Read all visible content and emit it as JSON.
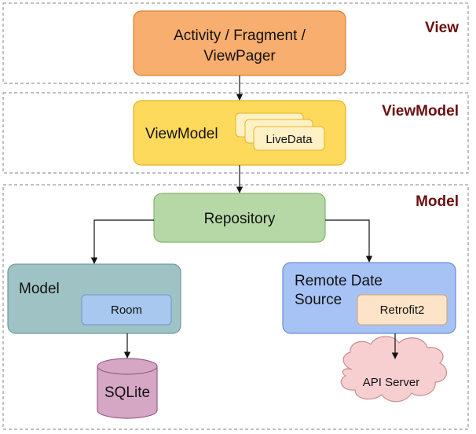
{
  "layers": {
    "view": "View",
    "viewmodel": "ViewModel",
    "model": "Model"
  },
  "nodes": {
    "activity_line1": "Activity / Fragment /",
    "activity_line2": "ViewPager",
    "viewmodel": "ViewModel",
    "livedata": "LiveData",
    "repository": "Repository",
    "model": "Model",
    "room": "Room",
    "remote_line1": "Remote Date",
    "remote_line2": "Source",
    "retrofit": "Retrofit2",
    "sqlite": "SQLite",
    "api_server": "API Server"
  },
  "colors": {
    "activity_fill": "#f8ae6e",
    "activity_stroke": "#d6822f",
    "viewmodel_fill": "#fdd95c",
    "viewmodel_stroke": "#e6b324",
    "livedata_fill": "#fff1c6",
    "livedata_stroke": "#e6b324",
    "repository_fill": "#b6d8a7",
    "repository_stroke": "#82b36b",
    "model_fill": "#9fc3c5",
    "model_stroke": "#6f9a9e",
    "room_fill": "#a8c8ef",
    "room_stroke": "#6c96c9",
    "remote_fill": "#a7c2f5",
    "remote_stroke": "#6d8ed3",
    "retrofit_fill": "#fde3c8",
    "retrofit_stroke": "#d6a36a",
    "sqlite_fill": "#d6a6c5",
    "sqlite_stroke": "#9a5f86",
    "api_fill": "#f7cfd1",
    "api_stroke": "#c98e91",
    "layer_label": "#6b0f0f"
  }
}
